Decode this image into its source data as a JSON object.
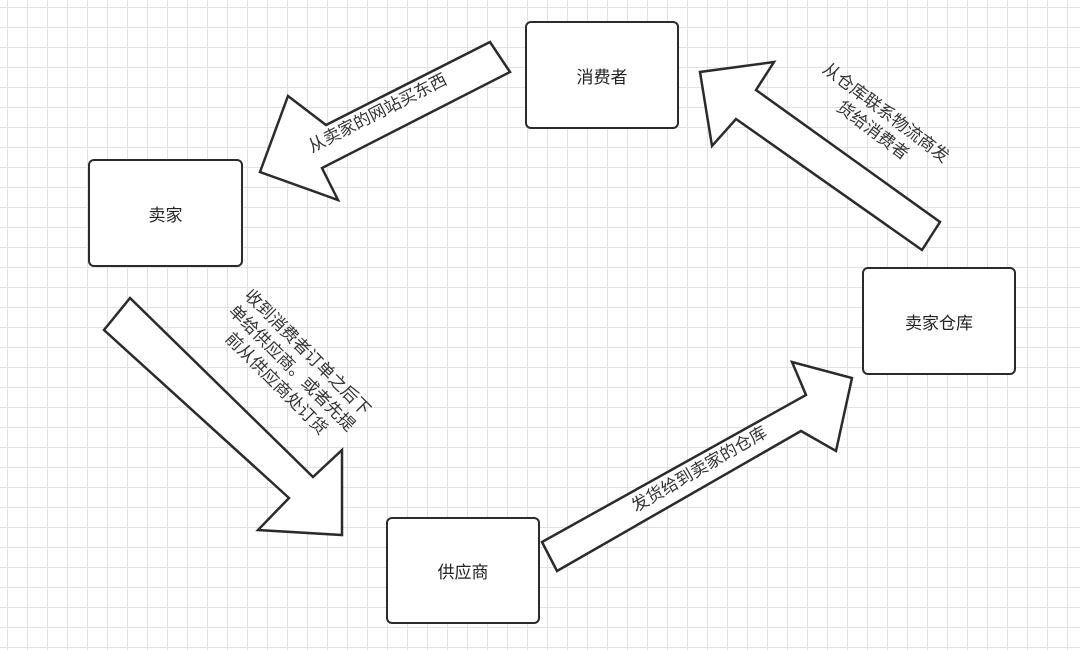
{
  "nodes": {
    "consumer": "消费者",
    "seller": "卖家",
    "seller_warehouse": "卖家仓库",
    "supplier": "供应商"
  },
  "arrows": {
    "consumer_to_seller": "从卖家的网站买东西",
    "seller_to_supplier": [
      "收到消费者订单之后下",
      "单给供应商。或者先提",
      "前从供应商处订货"
    ],
    "supplier_to_warehouse": "发货给到卖家的仓库",
    "warehouse_to_consumer": [
      "从仓库联系物流商发",
      "货给消费者"
    ]
  },
  "colors": {
    "stroke": "#2b2b2b",
    "fill": "#ffffff",
    "grid": "#e2e2e2",
    "text": "#333333"
  }
}
